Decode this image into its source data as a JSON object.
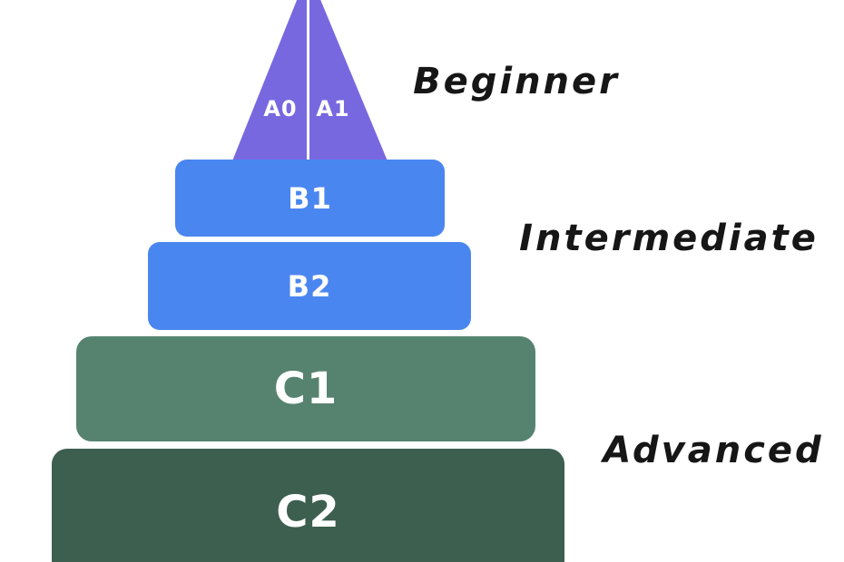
{
  "background": "#ffffff",
  "pyramid": {
    "label_color": "#ffffff",
    "apex": {
      "color": "#7768E0",
      "divider_color": "#ffffff",
      "segments": [
        {
          "label": "A0"
        },
        {
          "label": "A1"
        }
      ]
    },
    "tiers": [
      {
        "label": "B1",
        "color": "#4A86EF"
      },
      {
        "label": "B2",
        "color": "#4A86EF"
      },
      {
        "label": "C1",
        "color": "#56836F"
      },
      {
        "label": "C2",
        "color": "#3D5F50"
      }
    ]
  },
  "stages": [
    {
      "label": "Beginner"
    },
    {
      "label": "Intermediate"
    },
    {
      "label": "Advanced"
    }
  ],
  "stage_text_color": "#161616"
}
